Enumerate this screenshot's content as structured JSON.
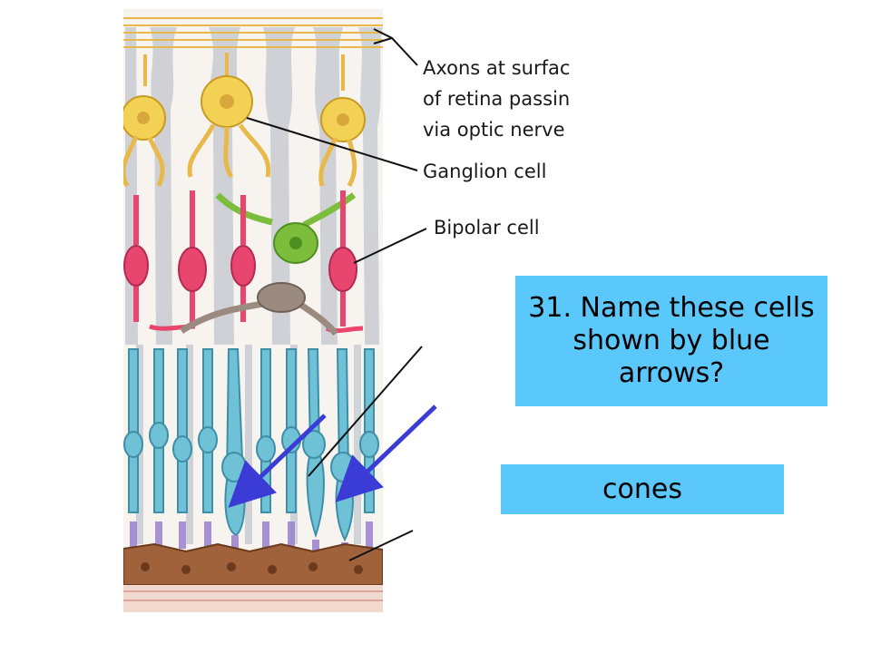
{
  "diagram": {
    "labels": {
      "axons": [
        "Axons at surfac",
        "of retina passin",
        "via optic nerve"
      ],
      "ganglion": "Ganglion cell",
      "bipolar": "Bipolar cell"
    },
    "colors": {
      "ganglion": "#f3d155",
      "bipolar": "#e8456f",
      "amacrine": "#7cbd3c",
      "horizontal": "#9a8a80",
      "photoreceptor": "#6fc1d6",
      "pigment": "#a0623a",
      "muller_glia": "#c9ccd2",
      "arrow": "#3b3bd6"
    }
  },
  "question": {
    "text": "31. Name these cells shown by blue arrows?"
  },
  "answer": {
    "text": "cones"
  }
}
